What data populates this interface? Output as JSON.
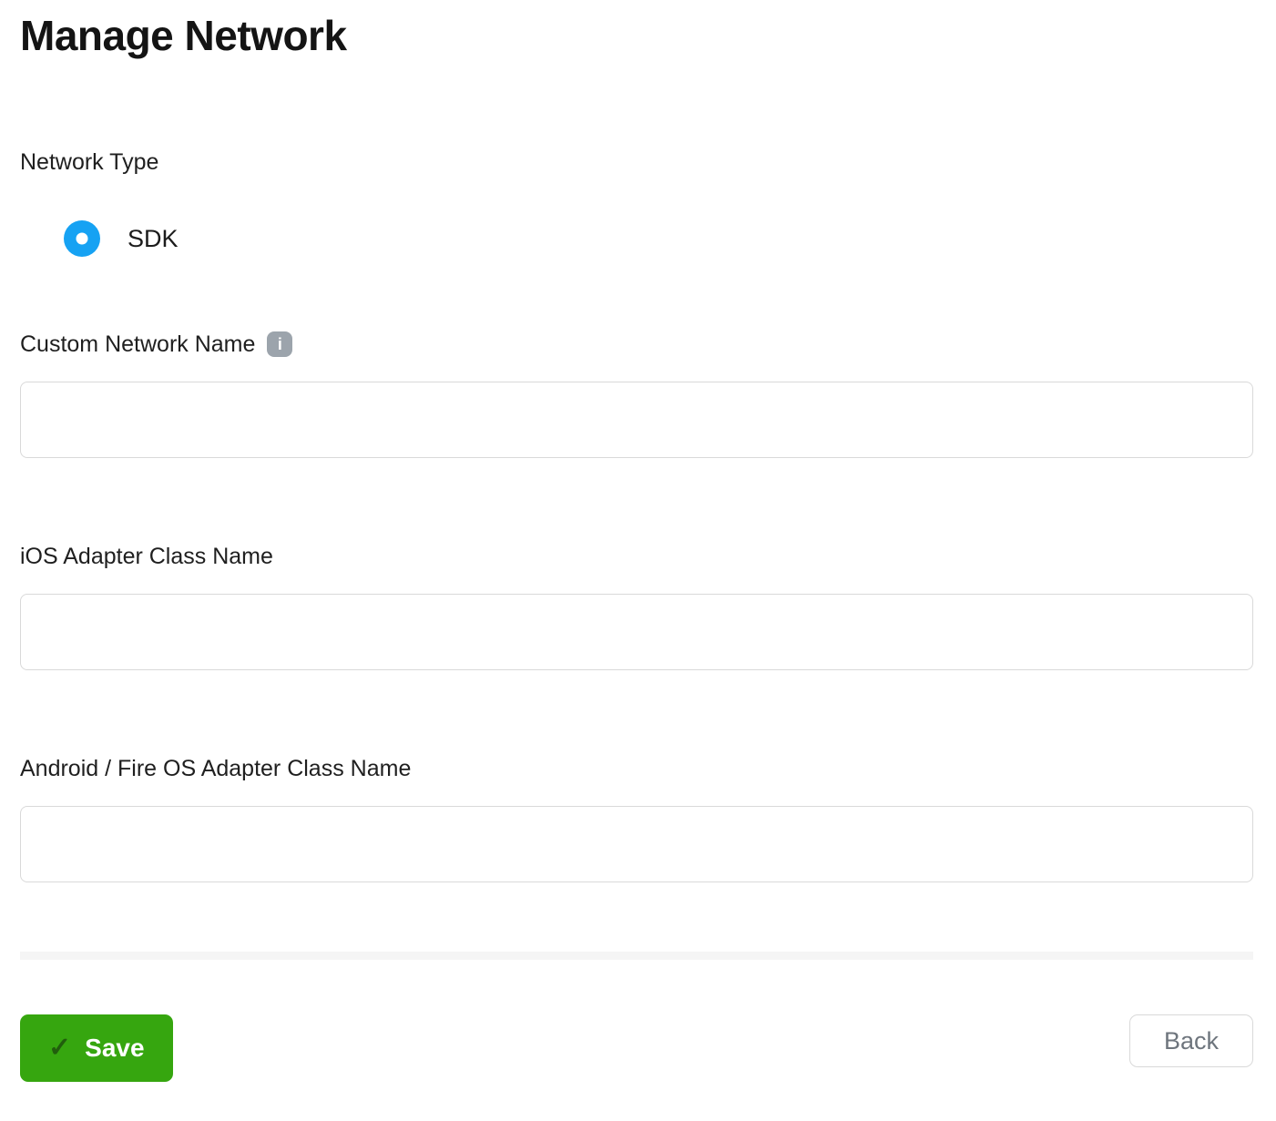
{
  "page": {
    "title": "Manage Network"
  },
  "network_type": {
    "label": "Network Type",
    "options": [
      {
        "label": "SDK",
        "selected": true
      }
    ]
  },
  "fields": [
    {
      "label": "Custom Network Name",
      "value": "",
      "placeholder": "",
      "has_info_icon": true
    },
    {
      "label": "iOS Adapter Class Name",
      "value": "",
      "placeholder": "",
      "has_info_icon": false
    },
    {
      "label": "Android / Fire OS Adapter Class Name",
      "value": "",
      "placeholder": "",
      "has_info_icon": false
    }
  ],
  "actions": {
    "save": {
      "label": "Save",
      "icon": "checkmark-icon",
      "glyph": "✓"
    },
    "back": {
      "label": "Back"
    }
  },
  "icons": {
    "info_glyph": "i"
  },
  "colors": {
    "radio_selected_blue": "#16a2f3",
    "save_green": "#36a60f",
    "save_check_dark_green": "#215e0d",
    "info_icon_gray": "#9ca4ac",
    "input_border_gray": "#d9d9d9",
    "divider_gray": "#f5f5f5",
    "back_text_gray": "#6e757d",
    "text_dark": "#1c1c1c"
  }
}
